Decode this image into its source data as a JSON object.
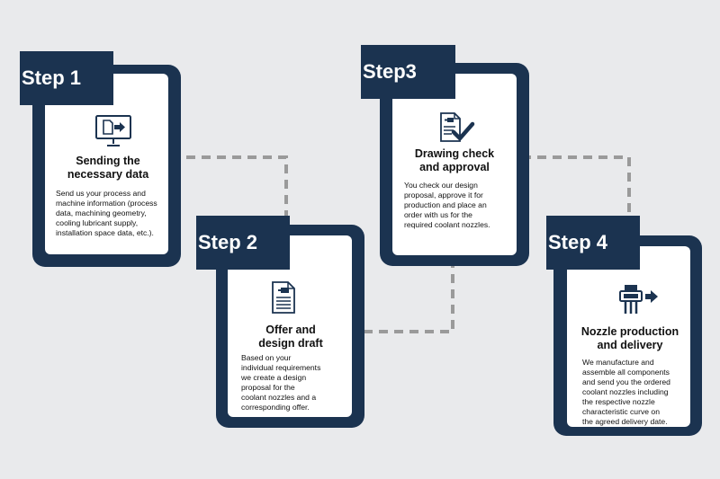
{
  "colors": {
    "navy": "#1b3350",
    "background": "#e9eaec",
    "connector": "#9a9a9a",
    "card_inner": "#ffffff"
  },
  "steps": [
    {
      "tab": "Step 1",
      "icon": "monitor-file-icon",
      "title_lines": [
        "Sending the",
        "necessary data"
      ],
      "desc_lines": [
        "Send us your process and",
        "machine information (process",
        "data, machining geometry,",
        "cooling lubricant supply,",
        "installation space data, etc.)."
      ]
    },
    {
      "tab": "Step 2",
      "icon": "document-icon",
      "title_lines": [
        "Offer and",
        "design draft"
      ],
      "desc_lines": [
        "Based on your",
        "individual requirements",
        "we create a design",
        "proposal for the",
        "coolant nozzles and a",
        "corresponding offer."
      ]
    },
    {
      "tab": "Step3",
      "icon": "document-check-icon",
      "title_lines": [
        "Drawing check",
        "and approval"
      ],
      "desc_lines": [
        "You check our design",
        "proposal, approve it for",
        "production and place an",
        "order with us for the",
        "required coolant nozzles."
      ]
    },
    {
      "tab": "Step 4",
      "icon": "nozzle-delivery-icon",
      "title_lines": [
        "Nozzle production",
        "and delivery"
      ],
      "desc_lines": [
        "We manufacture and",
        "assemble all components",
        "and send you the ordered",
        "coolant nozzles including",
        "the respective nozzle",
        "characteristic curve on",
        "the agreed delivery date."
      ]
    }
  ]
}
